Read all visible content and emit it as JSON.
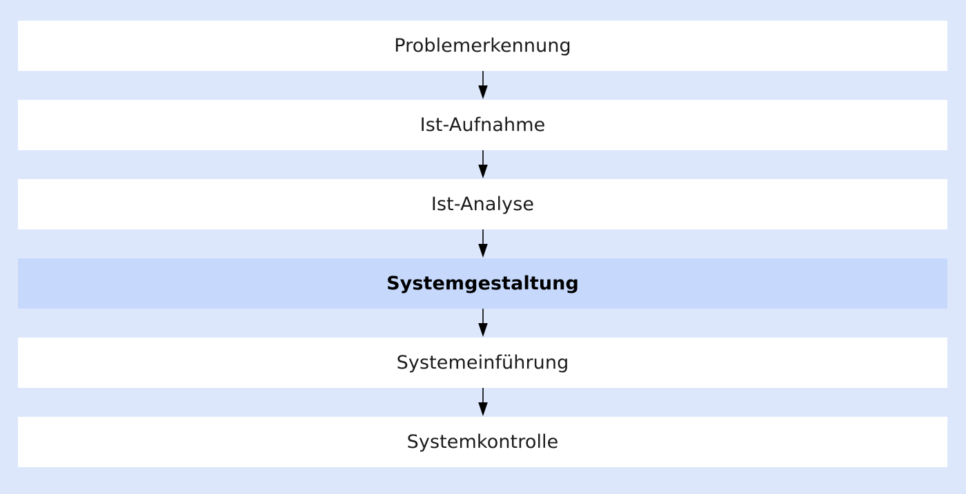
{
  "diagram": {
    "type": "flowchart",
    "orientation": "vertical",
    "title_visible": false,
    "background_color": "#dde7fc",
    "node_fill_color": "#ffffff",
    "highlight_fill_color": "#c6d9fc",
    "text_color": "#1a1a1a",
    "arrow_color": "#000000",
    "nodes": [
      {
        "id": "problemerkennung",
        "label": "Problemerkennung",
        "highlighted": false,
        "order": 1
      },
      {
        "id": "ist-aufnahme",
        "label": "Ist-Aufnahme",
        "highlighted": false,
        "order": 2
      },
      {
        "id": "ist-analyse",
        "label": "Ist-Analyse",
        "highlighted": false,
        "order": 3
      },
      {
        "id": "systemgestaltung",
        "label": "Systemgestaltung",
        "highlighted": true,
        "order": 4
      },
      {
        "id": "systemeinfuehrung",
        "label": "Systemeinführung",
        "highlighted": false,
        "order": 5
      },
      {
        "id": "systemkontrolle",
        "label": "Systemkontrolle",
        "highlighted": false,
        "order": 6
      }
    ],
    "connectors": [
      {
        "id": "arrow-1",
        "from": "problemerkennung",
        "to": "ist-aufnahme",
        "style": "solid-arrow-down"
      },
      {
        "id": "arrow-2",
        "from": "ist-aufnahme",
        "to": "ist-analyse",
        "style": "solid-arrow-down"
      },
      {
        "id": "arrow-3",
        "from": "ist-analyse",
        "to": "systemgestaltung",
        "style": "solid-arrow-down"
      },
      {
        "id": "arrow-4",
        "from": "systemgestaltung",
        "to": "systemeinfuehrung",
        "style": "solid-arrow-down"
      },
      {
        "id": "arrow-5",
        "from": "systemeinfuehrung",
        "to": "systemkontrolle",
        "style": "solid-arrow-down"
      }
    ]
  }
}
